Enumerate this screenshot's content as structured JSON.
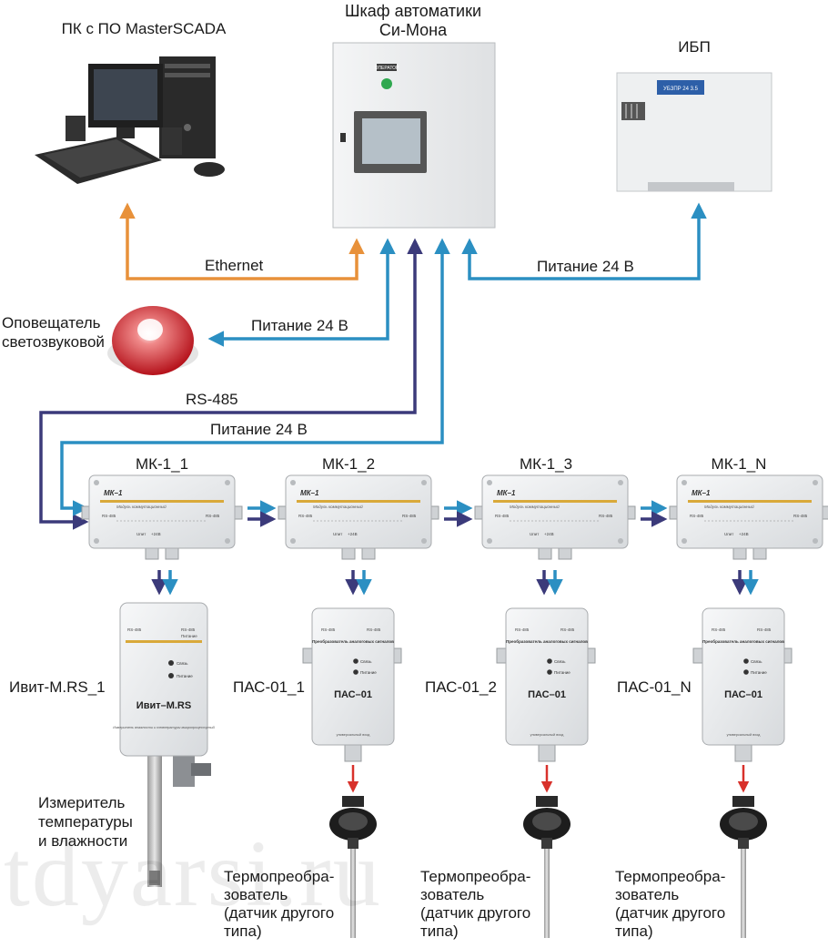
{
  "devices": {
    "pc": "ПК с ПО MasterSCADA",
    "cabinet_line1": "Шкаф автоматики",
    "cabinet_line2": "Си-Мона",
    "ups": "ИБП",
    "ups_badge": "УБЗПР 24 3.5",
    "cabinet_badge": "ОПЕРАТОР",
    "siren_line1": "Оповещатель",
    "siren_line2": "светозвуковой"
  },
  "connections": {
    "ethernet": "Ethernet",
    "power_ups": "Питание 24 В",
    "power_siren": "Питание 24 В",
    "rs485": "RS-485",
    "power_bus": "Питание 24 В"
  },
  "modules": [
    {
      "name": "МК-1_1",
      "title": "МК–1",
      "subtitle": "Модуль коммутационный",
      "port_left": "RS-485",
      "port_right": "RS-485",
      "pit": "Uпит",
      "volt": "+24В"
    },
    {
      "name": "МК-1_2",
      "title": "МК–1",
      "subtitle": "Модуль коммутационный",
      "port_left": "RS-485",
      "port_right": "RS-485",
      "pit": "Uпит",
      "volt": "+24В"
    },
    {
      "name": "МК-1_3",
      "title": "МК–1",
      "subtitle": "Модуль коммутационный",
      "port_left": "RS-485",
      "port_right": "RS-485",
      "pit": "Uпит",
      "volt": "+24В"
    },
    {
      "name": "МК-1_N",
      "title": "МК–1",
      "subtitle": "Модуль коммутационный",
      "port_left": "RS-485",
      "port_right": "RS-485",
      "pit": "Uпит",
      "volt": "+24В"
    }
  ],
  "sensor_ivit": {
    "label": "Ивит-M.RS_1",
    "name": "Ивит–M.RS",
    "port_left": "RS-485",
    "port_right": "RS-485",
    "power": "Питание",
    "led1": "Связь",
    "led2": "Питание",
    "desc": "Измеритель влажности и температуры микропроцессорный",
    "caption_line1": "Измеритель",
    "caption_line2": "температуры",
    "caption_line3": "и влажности"
  },
  "converters": [
    {
      "label": "ПАС-01_1",
      "name": "ПАС–01",
      "header": "Преобразователь аналоговых сигналов",
      "port_left": "RS-485",
      "port_right": "RS-485",
      "led1": "Связь",
      "led2": "Питание",
      "footer": "универсальный вход"
    },
    {
      "label": "ПАС-01_2",
      "name": "ПАС–01",
      "header": "Преобразователь аналоговых сигналов",
      "port_left": "RS-485",
      "port_right": "RS-485",
      "led1": "Связь",
      "led2": "Питание",
      "footer": "универсальный вход"
    },
    {
      "label": "ПАС-01_N",
      "name": "ПАС–01",
      "header": "Преобразователь аналоговых сигналов",
      "port_left": "RS-485",
      "port_right": "RS-485",
      "led1": "Связь",
      "led2": "Питание",
      "footer": "универсальный вход"
    }
  ],
  "thermo_caption": [
    "Термопреобра-",
    "зователь",
    "(датчик другого",
    "типа)"
  ],
  "watermark": "tdyarsi.ru",
  "colors": {
    "ethernet": "#e8913a",
    "power": "#2b8fc2",
    "rs485": "#3b3a7a",
    "signal_red": "#d8312b",
    "enclosure": "#e9ebed",
    "stripe": "#d9a93a"
  }
}
